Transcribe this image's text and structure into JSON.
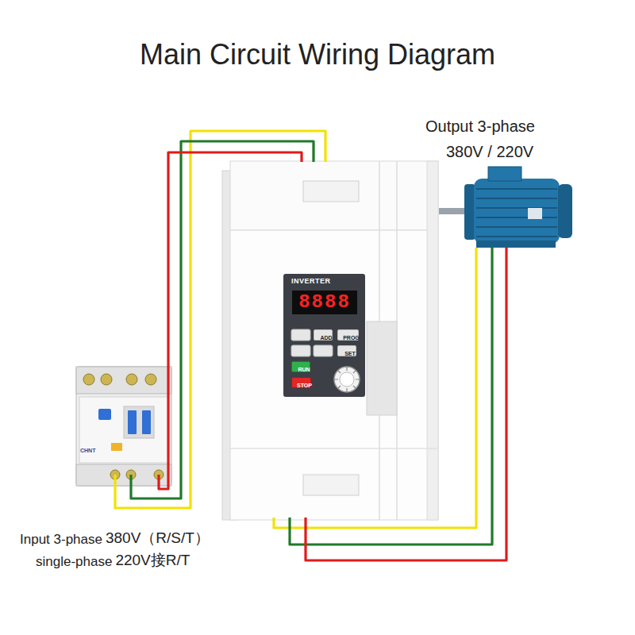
{
  "diagram": {
    "title": "Main Circuit Wiring Diagram",
    "nodes": [
      {
        "text": [
          "INVERTER",
          "8888"
        ]
      },
      {
        "text": [
          "ADD"
        ],
        "in": 0
      },
      {
        "text": [
          "PROG"
        ],
        "in": 0
      },
      {
        "text": [
          "SET"
        ],
        "in": 0
      },
      {
        "text": [
          "RUN"
        ],
        "in": 0
      },
      {
        "text": [
          "STOP"
        ],
        "in": 0
      }
    ],
    "labels": [
      "Output 3-phase",
      "380V / 220V",
      "CHNT",
      "Input 3-phase",
      "380V（R/S/T）",
      "single-phase",
      "220V接R/T"
    ]
  }
}
